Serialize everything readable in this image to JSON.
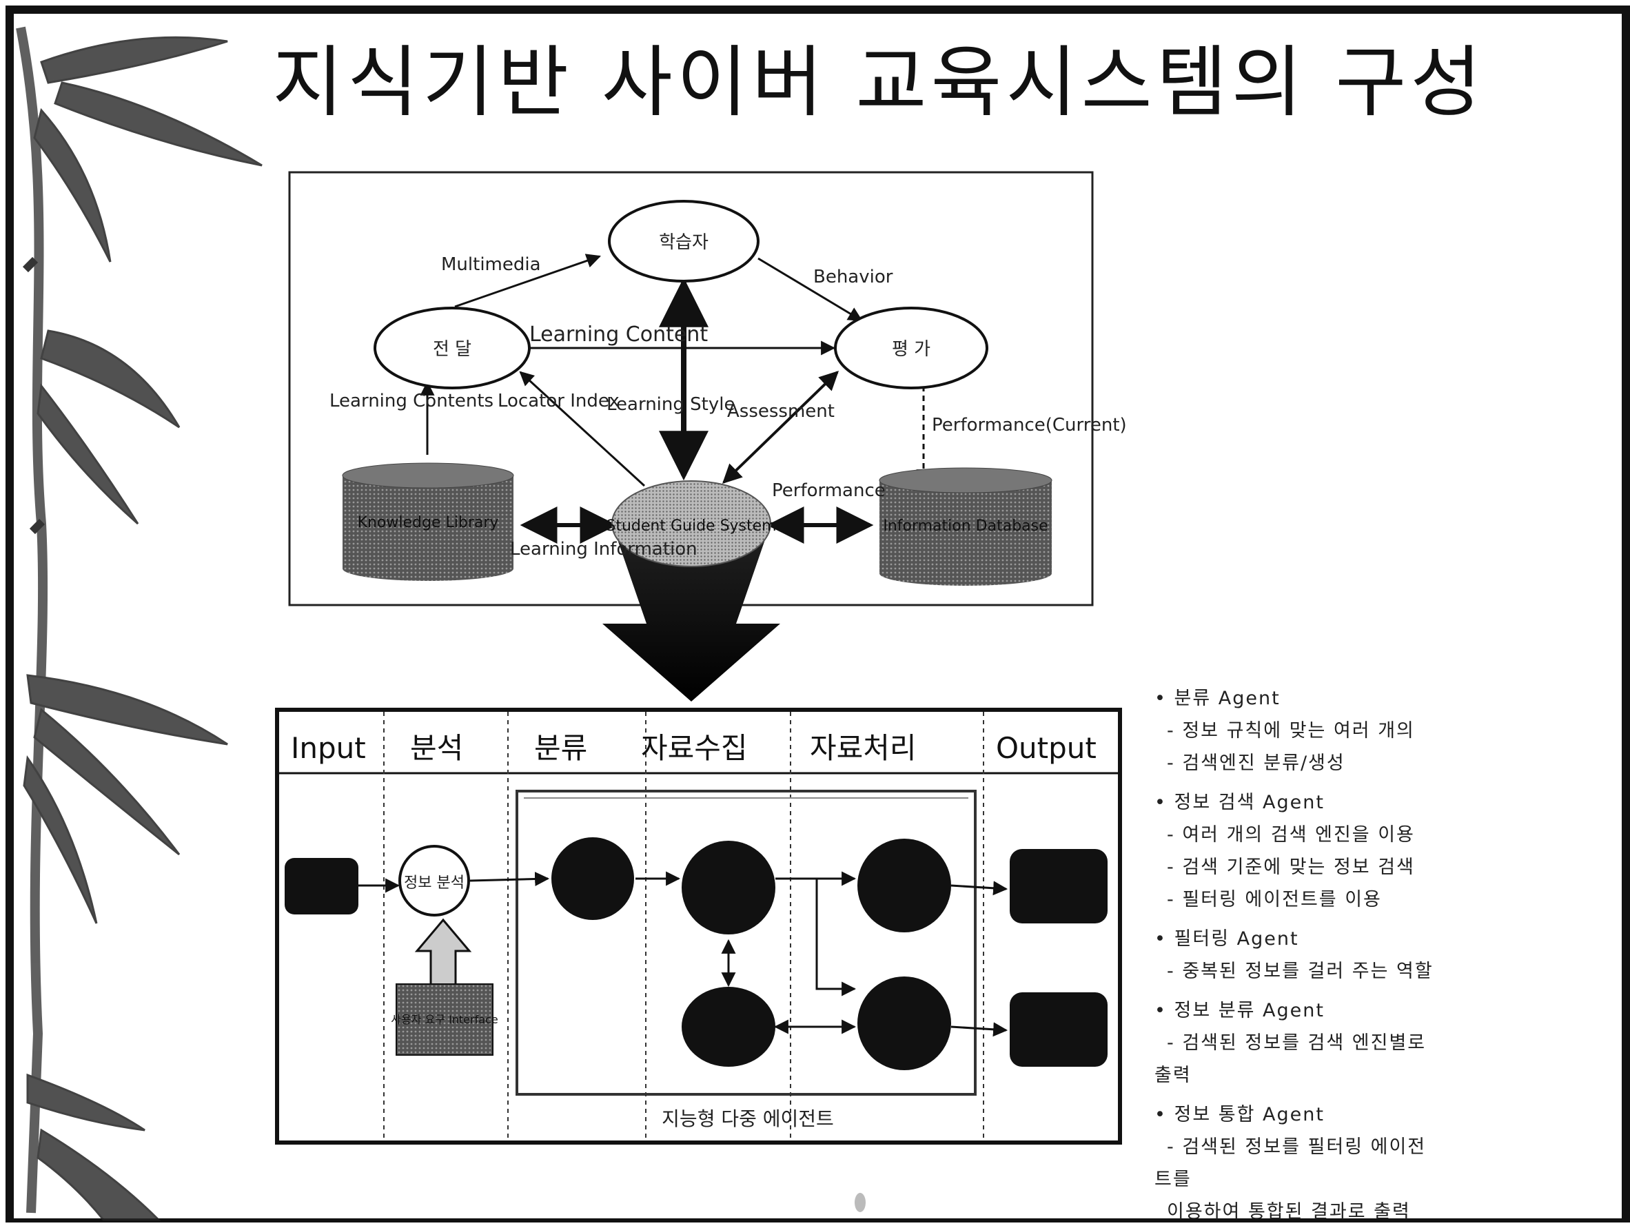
{
  "title": "지식기반 사이버 교육시스템의 구성",
  "top_diagram": {
    "nodes": {
      "learner": "학습자",
      "delivery": "전 달",
      "evaluation": "평 가",
      "student_guide": "Student Guide System",
      "knowledge_library": "Knowledge Library",
      "information_db": "Information Database"
    },
    "edges": {
      "multimedia": "Multimedia",
      "behavior": "Behavior",
      "learning_content": "Learning Content",
      "learning_style": "Learning Style",
      "locator_index": "Locator Index",
      "assessment": "Assessment",
      "learning_contents": "Learning Contents",
      "performance_current": "Performance(Current)",
      "performance": "Performance",
      "learning_information": "Learning Information"
    }
  },
  "bottom_diagram": {
    "columns": [
      "Input",
      "분석",
      "분류",
      "자료수집",
      "자료처리",
      "Output"
    ],
    "analysis_node": "정보 분석",
    "source_box": "사용자 요구 Interface",
    "inner_label": "지능형 다중 에이전트"
  },
  "bullets": [
    {
      "text": "• 분류 Agent",
      "level": 0
    },
    {
      "text": "- 정보 규칙에 맞는 여러 개의",
      "level": 1
    },
    {
      "text": "- 검색엔진 분류/생성",
      "level": 1
    },
    {
      "text": "• 정보 검색 Agent",
      "level": 0
    },
    {
      "text": "- 여러 개의 검색 엔진을 이용",
      "level": 1
    },
    {
      "text": "- 검색 기준에 맞는 정보 검색",
      "level": 1
    },
    {
      "text": "- 필터링 에이전트를 이용",
      "level": 1
    },
    {
      "text": "• 필터링 Agent",
      "level": 0
    },
    {
      "text": "- 중복된 정보를 걸러 주는 역할",
      "level": 1
    },
    {
      "text": "• 정보 분류 Agent",
      "level": 0
    },
    {
      "text": "- 검색된 정보를 검색 엔진별로",
      "level": 1
    },
    {
      "text": "출력",
      "level": 2
    },
    {
      "text": "• 정보 통합 Agent",
      "level": 0
    },
    {
      "text": "- 검색된 정보를 필터링 에이전",
      "level": 1
    },
    {
      "text": "트를",
      "level": 2
    },
    {
      "text": "이용하여 통합된 결과로 출력",
      "level": 1
    }
  ]
}
